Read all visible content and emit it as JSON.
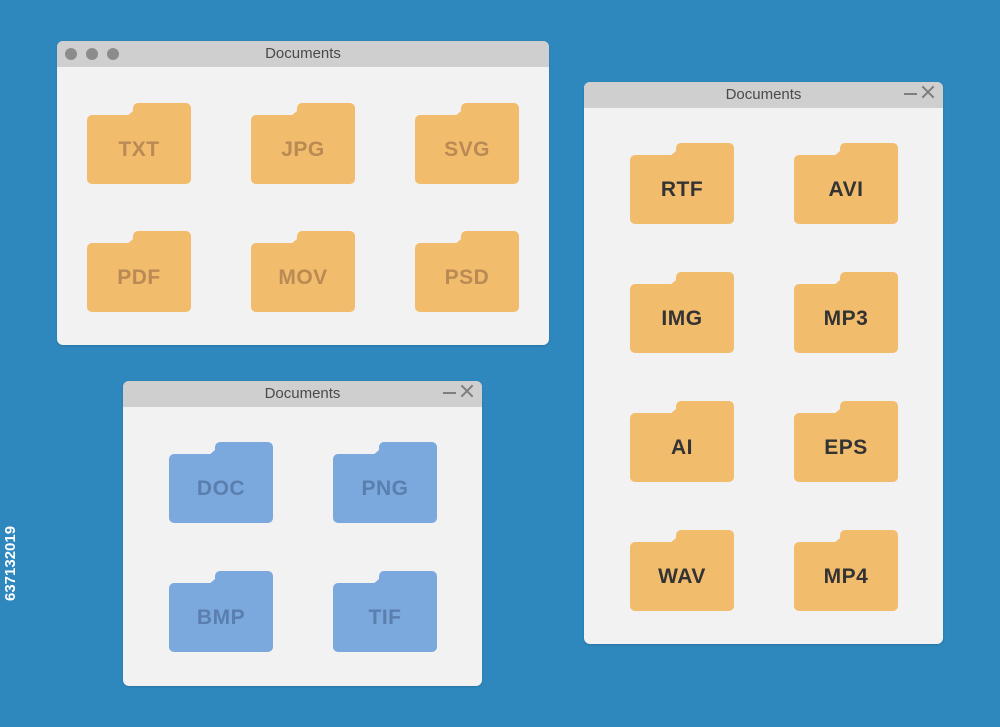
{
  "windows": [
    {
      "title": "Documents",
      "controls": "dots",
      "folder_color": "#f2bc6d",
      "text_color": "#b98a54",
      "folders": [
        "TXT",
        "JPG",
        "SVG",
        "PDF",
        "MOV",
        "PSD"
      ]
    },
    {
      "title": "Documents",
      "controls": "minimize-close",
      "folder_color": "#f2bc6d",
      "text_color": "#333333",
      "folders": [
        "RTF",
        "AVI",
        "IMG",
        "MP3",
        "AI",
        "EPS",
        "WAV",
        "MP4"
      ]
    },
    {
      "title": "Documents",
      "controls": "minimize-close",
      "folder_color": "#7ca9dd",
      "text_color": "#5a7fae",
      "folders": [
        "DOC",
        "PNG",
        "BMP",
        "TIF"
      ]
    }
  ],
  "watermark_id": "637132019",
  "background_color": "#2e88bd"
}
